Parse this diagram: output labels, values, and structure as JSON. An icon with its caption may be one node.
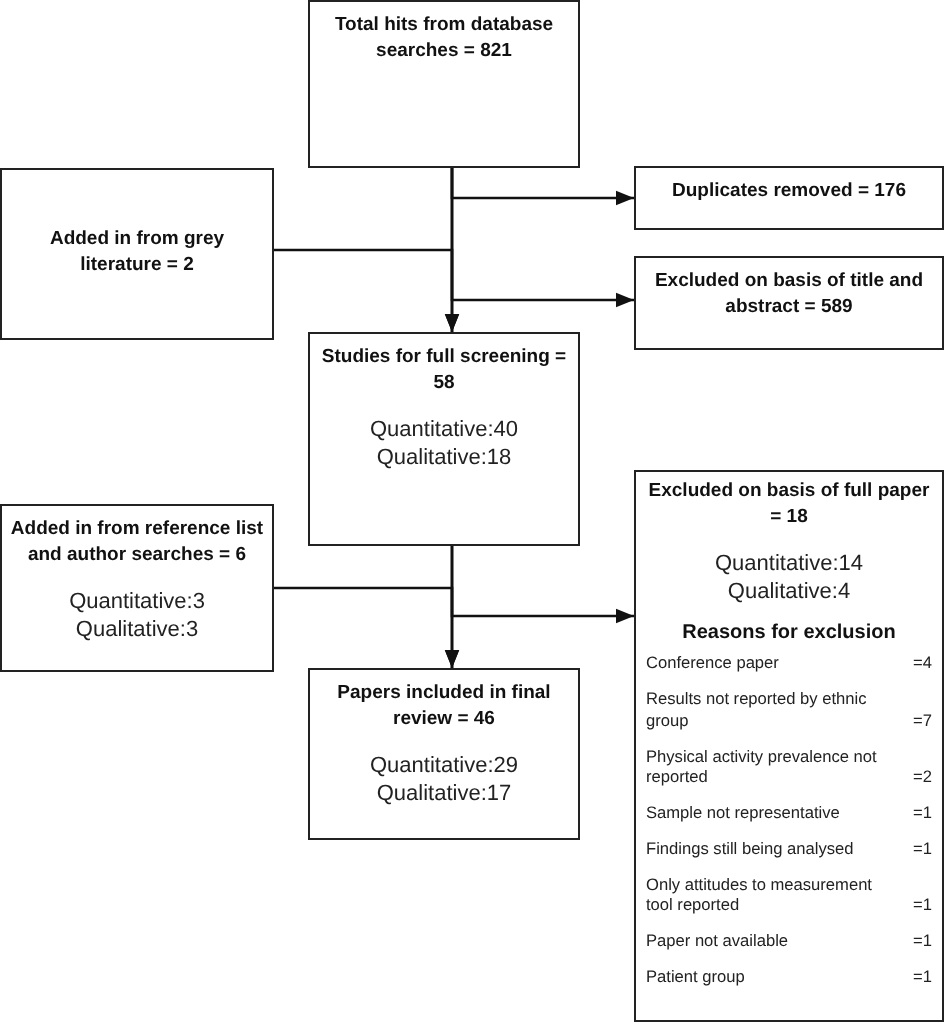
{
  "diagram": {
    "nodes": [
      {
        "text": [
          "Total hits from database searches = 821"
        ]
      },
      {
        "text": [
          "Added in from grey literature = 2"
        ]
      },
      {
        "text": [
          "Duplicates removed = 176"
        ]
      },
      {
        "text": [
          "Excluded on basis of title and abstract = 589"
        ]
      },
      {
        "text": [
          "Studies for full screening = 58",
          "Quantitative:40",
          "Qualitative:18"
        ]
      },
      {
        "text": [
          "Added in from reference list and author searches = 6",
          "Quantitative:3",
          "Qualitative:3"
        ]
      },
      {
        "text": [
          "Excluded on basis of full paper = 18",
          "Quantitative:14",
          "Qualitative:4",
          "Reasons for exclusion",
          "Conference paper",
          "=4",
          "Results not reported by ethnic group",
          "=7",
          "Physical activity prevalence not reported",
          "=2",
          "Sample not representative",
          "=1",
          "Findings still being analysed",
          "=1",
          "Only attitudes to measurement tool reported",
          "=1",
          "Paper not available",
          "=1",
          "Patient group",
          "=1"
        ]
      },
      {
        "text": [
          "Papers included in final review = 46",
          "Quantitative:29",
          "Qualitative:17"
        ]
      }
    ],
    "edges": [
      {
        "from": 0,
        "to": 4,
        "arrow": "to"
      },
      {
        "from": 0,
        "to": 2,
        "arrow": "to"
      },
      {
        "from": 0,
        "to": 3,
        "arrow": "to"
      },
      {
        "from": 1,
        "to": 4,
        "arrow": "to"
      },
      {
        "from": 4,
        "to": 7,
        "arrow": "to"
      },
      {
        "from": 5,
        "to": 7,
        "arrow": "to"
      },
      {
        "from": 4,
        "to": 6,
        "arrow": "to"
      }
    ]
  }
}
